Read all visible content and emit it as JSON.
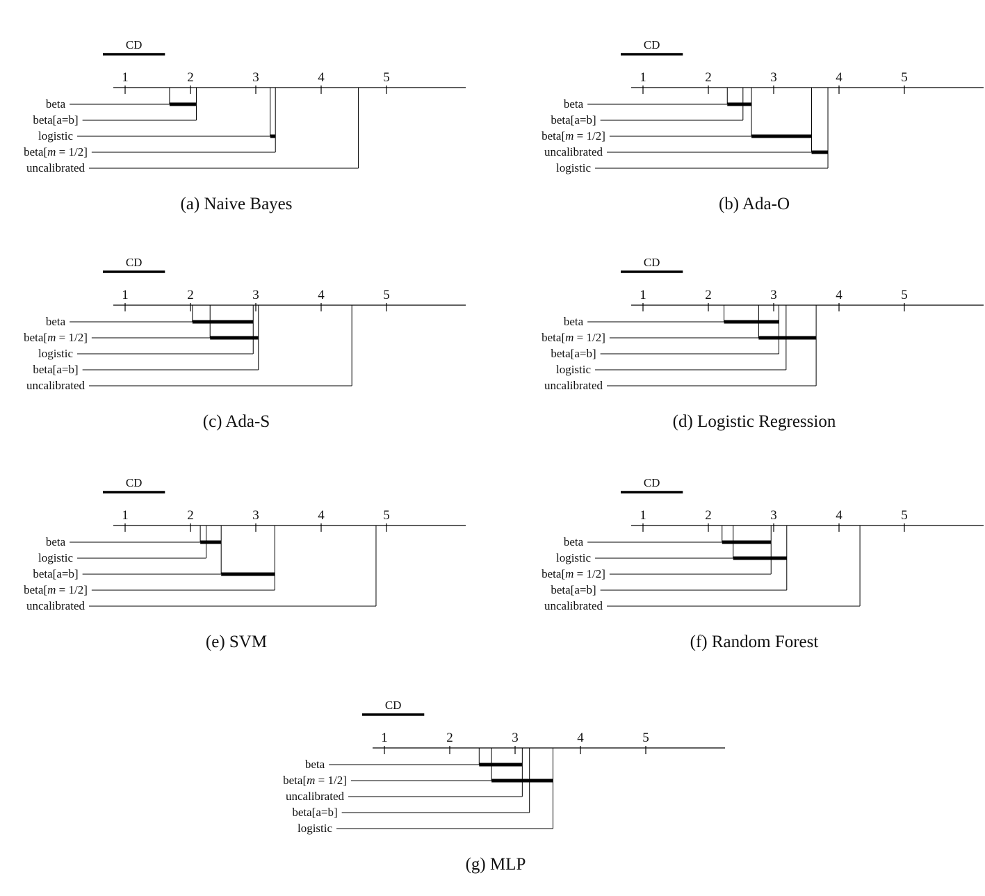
{
  "figure": {
    "background": "#ffffff",
    "line_color": "#000000"
  },
  "chart_data": [
    {
      "type": "cd-diagram",
      "title": "(a) Naive Bayes",
      "cd_label": "CD",
      "cd": 0.95,
      "axis": {
        "min": 1,
        "max": 5,
        "ticks": [
          1,
          2,
          3,
          4,
          5
        ]
      },
      "methods": [
        {
          "label": "beta",
          "rank": 1.68
        },
        {
          "label": "beta[a=b]",
          "rank": 2.09
        },
        {
          "label": "logistic",
          "rank": 3.22
        },
        {
          "label": "beta[m = 1/2]",
          "rank": 3.3
        },
        {
          "label": "uncalibrated",
          "rank": 4.57
        }
      ],
      "cliques": [
        [
          0,
          1
        ],
        [
          2,
          3
        ]
      ]
    },
    {
      "type": "cd-diagram",
      "title": "(b) Ada-O",
      "cd_label": "CD",
      "cd": 0.95,
      "axis": {
        "min": 1,
        "max": 5,
        "ticks": [
          1,
          2,
          3,
          4,
          5
        ]
      },
      "methods": [
        {
          "label": "beta",
          "rank": 2.29
        },
        {
          "label": "beta[a=b]",
          "rank": 2.53
        },
        {
          "label": "beta[m = 1/2]",
          "rank": 2.66
        },
        {
          "label": "uncalibrated",
          "rank": 3.58
        },
        {
          "label": "logistic",
          "rank": 3.83
        }
      ],
      "cliques": [
        [
          0,
          1,
          2
        ],
        [
          2,
          3
        ],
        [
          3,
          4
        ]
      ]
    },
    {
      "type": "cd-diagram",
      "title": "(c) Ada-S",
      "cd_label": "CD",
      "cd": 0.95,
      "axis": {
        "min": 1,
        "max": 5,
        "ticks": [
          1,
          2,
          3,
          4,
          5
        ]
      },
      "methods": [
        {
          "label": "beta",
          "rank": 2.03
        },
        {
          "label": "beta[m = 1/2]",
          "rank": 2.3
        },
        {
          "label": "logistic",
          "rank": 2.96
        },
        {
          "label": "beta[a=b]",
          "rank": 3.04
        },
        {
          "label": "uncalibrated",
          "rank": 4.47
        }
      ],
      "cliques": [
        [
          0,
          1,
          2
        ],
        [
          1,
          2,
          3
        ]
      ]
    },
    {
      "type": "cd-diagram",
      "title": "(d) Logistic Regression",
      "cd_label": "CD",
      "cd": 0.95,
      "axis": {
        "min": 1,
        "max": 5,
        "ticks": [
          1,
          2,
          3,
          4,
          5
        ]
      },
      "methods": [
        {
          "label": "beta",
          "rank": 2.24
        },
        {
          "label": "beta[m = 1/2]",
          "rank": 2.77
        },
        {
          "label": "beta[a=b]",
          "rank": 3.08
        },
        {
          "label": "logistic",
          "rank": 3.19
        },
        {
          "label": "uncalibrated",
          "rank": 3.65
        }
      ],
      "cliques": [
        [
          0,
          1,
          2
        ],
        [
          1,
          2,
          3,
          4
        ]
      ]
    },
    {
      "type": "cd-diagram",
      "title": "(e) SVM",
      "cd_label": "CD",
      "cd": 0.95,
      "axis": {
        "min": 1,
        "max": 5,
        "ticks": [
          1,
          2,
          3,
          4,
          5
        ]
      },
      "methods": [
        {
          "label": "beta",
          "rank": 2.15
        },
        {
          "label": "logistic",
          "rank": 2.24
        },
        {
          "label": "beta[a=b]",
          "rank": 2.47
        },
        {
          "label": "beta[m = 1/2]",
          "rank": 3.29
        },
        {
          "label": "uncalibrated",
          "rank": 4.84
        }
      ],
      "cliques": [
        [
          0,
          1,
          2
        ],
        [
          2,
          3
        ]
      ]
    },
    {
      "type": "cd-diagram",
      "title": "(f) Random Forest",
      "cd_label": "CD",
      "cd": 0.95,
      "axis": {
        "min": 1,
        "max": 5,
        "ticks": [
          1,
          2,
          3,
          4,
          5
        ]
      },
      "methods": [
        {
          "label": "beta",
          "rank": 2.21
        },
        {
          "label": "logistic",
          "rank": 2.38
        },
        {
          "label": "beta[m = 1/2]",
          "rank": 2.96
        },
        {
          "label": "beta[a=b]",
          "rank": 3.2
        },
        {
          "label": "uncalibrated",
          "rank": 4.32
        }
      ],
      "cliques": [
        [
          0,
          1,
          2
        ],
        [
          1,
          2,
          3
        ]
      ]
    },
    {
      "type": "cd-diagram",
      "title": "(g) MLP",
      "cd_label": "CD",
      "cd": 0.95,
      "axis": {
        "min": 1,
        "max": 5,
        "ticks": [
          1,
          2,
          3,
          4,
          5
        ]
      },
      "methods": [
        {
          "label": "beta",
          "rank": 2.45
        },
        {
          "label": "beta[m = 1/2]",
          "rank": 2.64
        },
        {
          "label": "uncalibrated",
          "rank": 3.11
        },
        {
          "label": "beta[a=b]",
          "rank": 3.22
        },
        {
          "label": "logistic",
          "rank": 3.58
        }
      ],
      "cliques": [
        [
          0,
          1,
          2
        ],
        [
          1,
          2,
          3,
          4
        ]
      ]
    }
  ]
}
